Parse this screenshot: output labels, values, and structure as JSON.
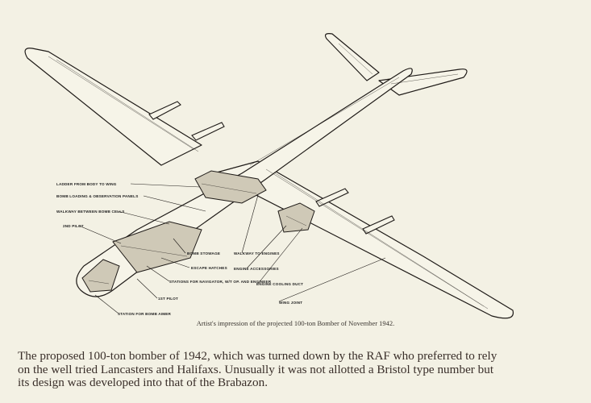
{
  "labels": {
    "ladder": "LADDER FROM BODY TO WING",
    "bomb_loading": "BOMB LOADING & OBSERVATION PANELS",
    "walkway_cells": "WALKWAY BETWEEN BOMB CELLS",
    "second_pilot": "2ND PILOT",
    "bomb_stowage": "BOMB STOWAGE",
    "escape_hatches": "ESCAPE HATCHES",
    "stations_nav": "STATIONS FOR NAVIGATOR, W/T OP. AND ENGINEER",
    "first_pilot": "1ST PILOT",
    "bomb_aimer": "STATION FOR BOMB AIMER",
    "walkway_engines": "WALKWAY TO ENGINES",
    "engine_accessories": "ENGINE ACCESSORIES",
    "engine_cooling": "ENGINE COOLING DUCT",
    "wing_joint": "WING JOINT"
  },
  "figure_caption": "Artist's impression of the projected 100-ton Bomber of November 1942.",
  "body_lines": [
    "The proposed 100-ton bomber of 1942, which was turned down by the RAF who preferred to rely",
    "on the well tried Lancasters and Halifaxs. Unusually it was not allotted a Bristol type number but",
    "its design was developed into that of the Brabazon."
  ]
}
